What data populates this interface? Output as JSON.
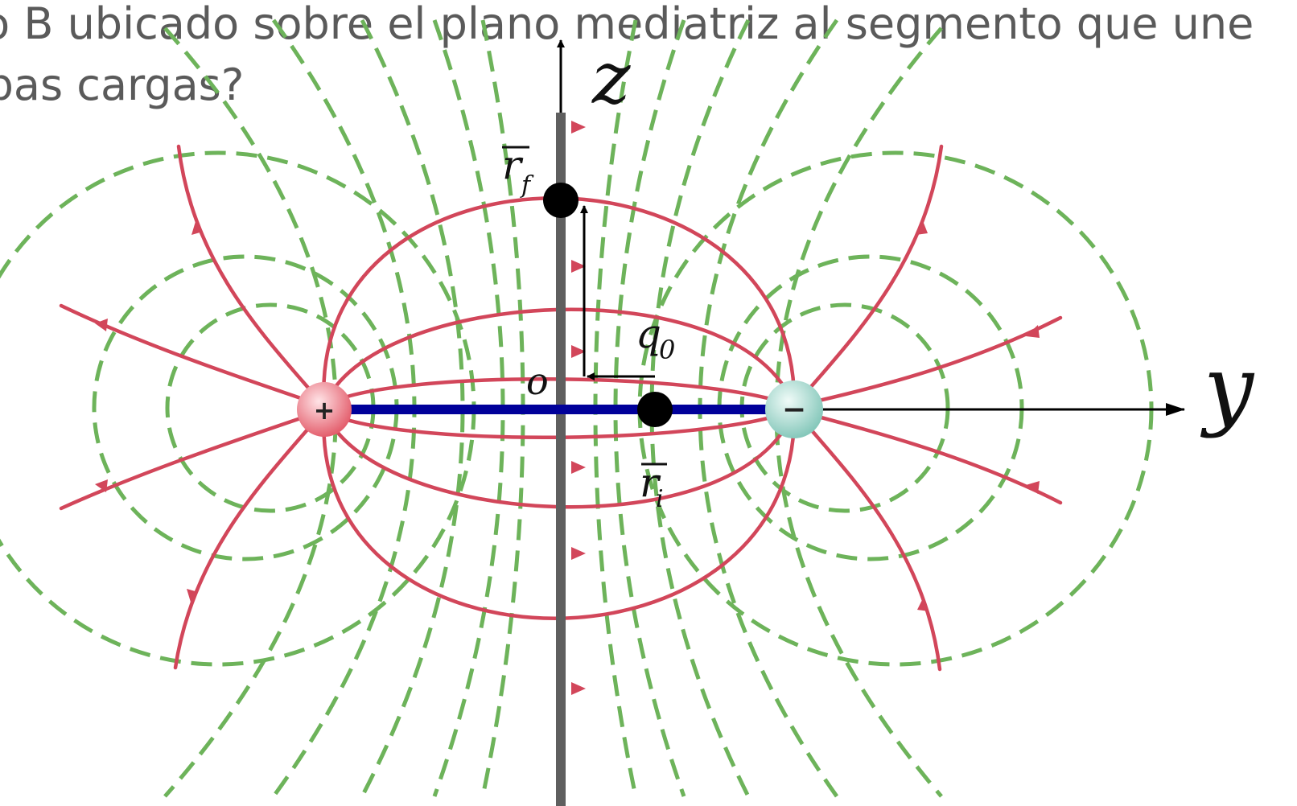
{
  "question": {
    "line1": "to B ubicado sobre el plano mediatriz al segmento que une",
    "line2": "mbas cargas?"
  },
  "labels": {
    "z_axis": "z",
    "y_axis": "y",
    "origin": "o",
    "test_charge": "q",
    "test_charge_sub": "0",
    "r_final": "r",
    "r_final_sub": "f",
    "r_initial": "r",
    "r_initial_sub": "i",
    "positive_sign": "+",
    "negative_sign": "−"
  },
  "colors": {
    "field_lines": "#d2465a",
    "equipotentials": "#6db35a",
    "charge_segment": "#00009a",
    "mediator_plane": "#5f5f5f",
    "positive_charge": "#f07f8c",
    "negative_charge": "#a9ddd4",
    "axes": "#000000"
  }
}
